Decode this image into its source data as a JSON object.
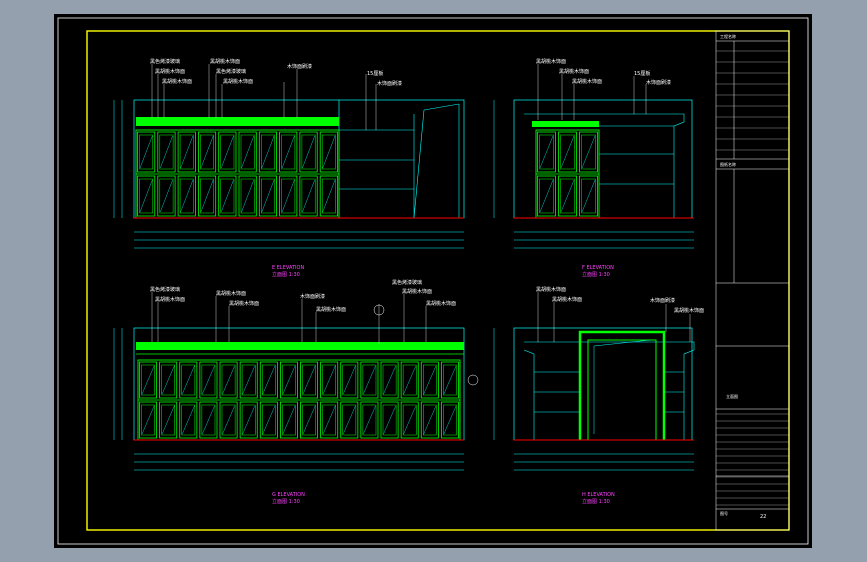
{
  "colors": {
    "background": "#94a0ad",
    "canvas": "#000000",
    "frame": "#ffff00",
    "cabinet": "#00ff00",
    "structure": "#00ffff",
    "floor": "#ff0000",
    "text": "#ffffff",
    "caption": "#ff40ff",
    "dimension": "#00ffff"
  },
  "elevations": {
    "a": {
      "callouts": [
        "黑色烤漆玻璃",
        "黑胡桃木饰面",
        "黑胡桃木饰面",
        "黑胡桃木饰面",
        "黑色烤漆玻璃",
        "黑胡桃木饰面",
        "木饰面刷漆",
        "15厘板",
        "木饰面刷漆"
      ],
      "caption_1": "E ELEVATION",
      "caption_2": "立面图 1:30"
    },
    "b": {
      "callouts": [
        "黑胡桃木饰面",
        "黑胡桃木饰面",
        "黑胡桃木饰面",
        "15厘板",
        "木饰面刷漆"
      ],
      "caption_1": "F ELEVATION",
      "caption_2": "立面图 1:30"
    },
    "c": {
      "callouts": [
        "黑色烤漆玻璃",
        "黑胡桃木饰面",
        "黑胡桃木饰面",
        "黑胡桃木饰面",
        "木饰面刷漆",
        "黑胡桃木饰面",
        "黑胡桃木饰面",
        "黑胡桃木饰面",
        "黑色烤漆玻璃"
      ],
      "caption_1": "G ELEVATION",
      "caption_2": "立面图 1:30"
    },
    "d": {
      "callouts": [
        "黑胡桃木饰面",
        "黑胡桃木饰面",
        "木饰面刷漆",
        "黑胡桃木饰面"
      ],
      "caption_1": "H ELEVATION",
      "caption_2": "立面图 1:30"
    }
  },
  "title_block": {
    "project_label": "工程名称",
    "drawing_label": "图纸名称",
    "drawing_title": "立面图",
    "sheet_label": "图号",
    "sheet_number": "22"
  }
}
